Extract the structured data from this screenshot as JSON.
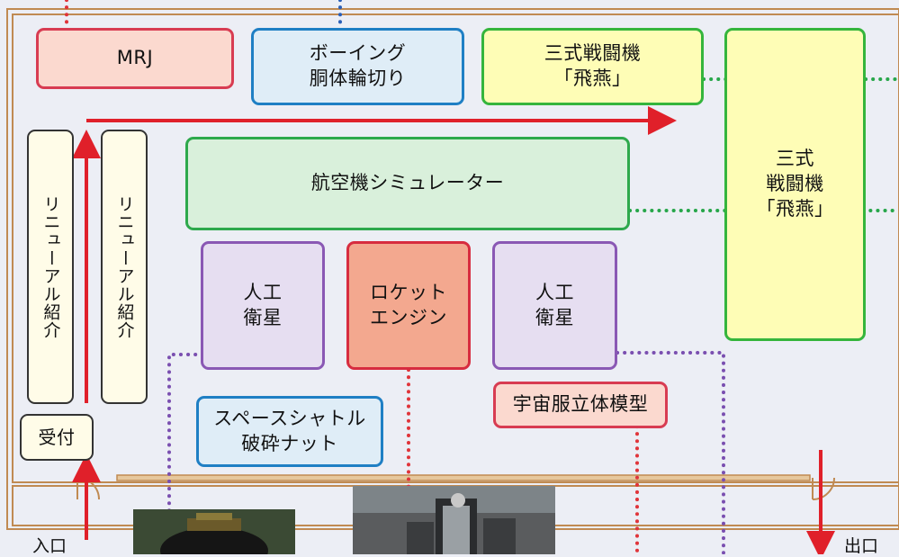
{
  "exhibits": {
    "mrj": "MRJ",
    "boeing": "ボーイング\n胴体輪切り",
    "hien_top": "三式戦闘機\n「飛燕」",
    "hien_large": "三式\n戦闘機\n「飛燕」",
    "simulator": "航空機シミュレーター",
    "satellite_left": "人工\n衛星",
    "rocket_engine": "ロケット\nエンジン",
    "satellite_right": "人工\n衛星",
    "shuttle_nut": "スペースシャトル\n破砕ナット",
    "spacesuit": "宇宙服立体模型",
    "renewal_left": "リニューアル紹介",
    "renewal_right": "リニューアル紹介",
    "reception": "受付"
  },
  "labels": {
    "entrance": "入口",
    "exit": "出口"
  },
  "colors": {
    "route_arrow": "#e0202a",
    "wall": "#c08a52",
    "dot_blue": "#2a5fb8",
    "dot_green": "#27a64a",
    "dot_purple": "#7a4fb0",
    "dot_red": "#e0343a"
  }
}
